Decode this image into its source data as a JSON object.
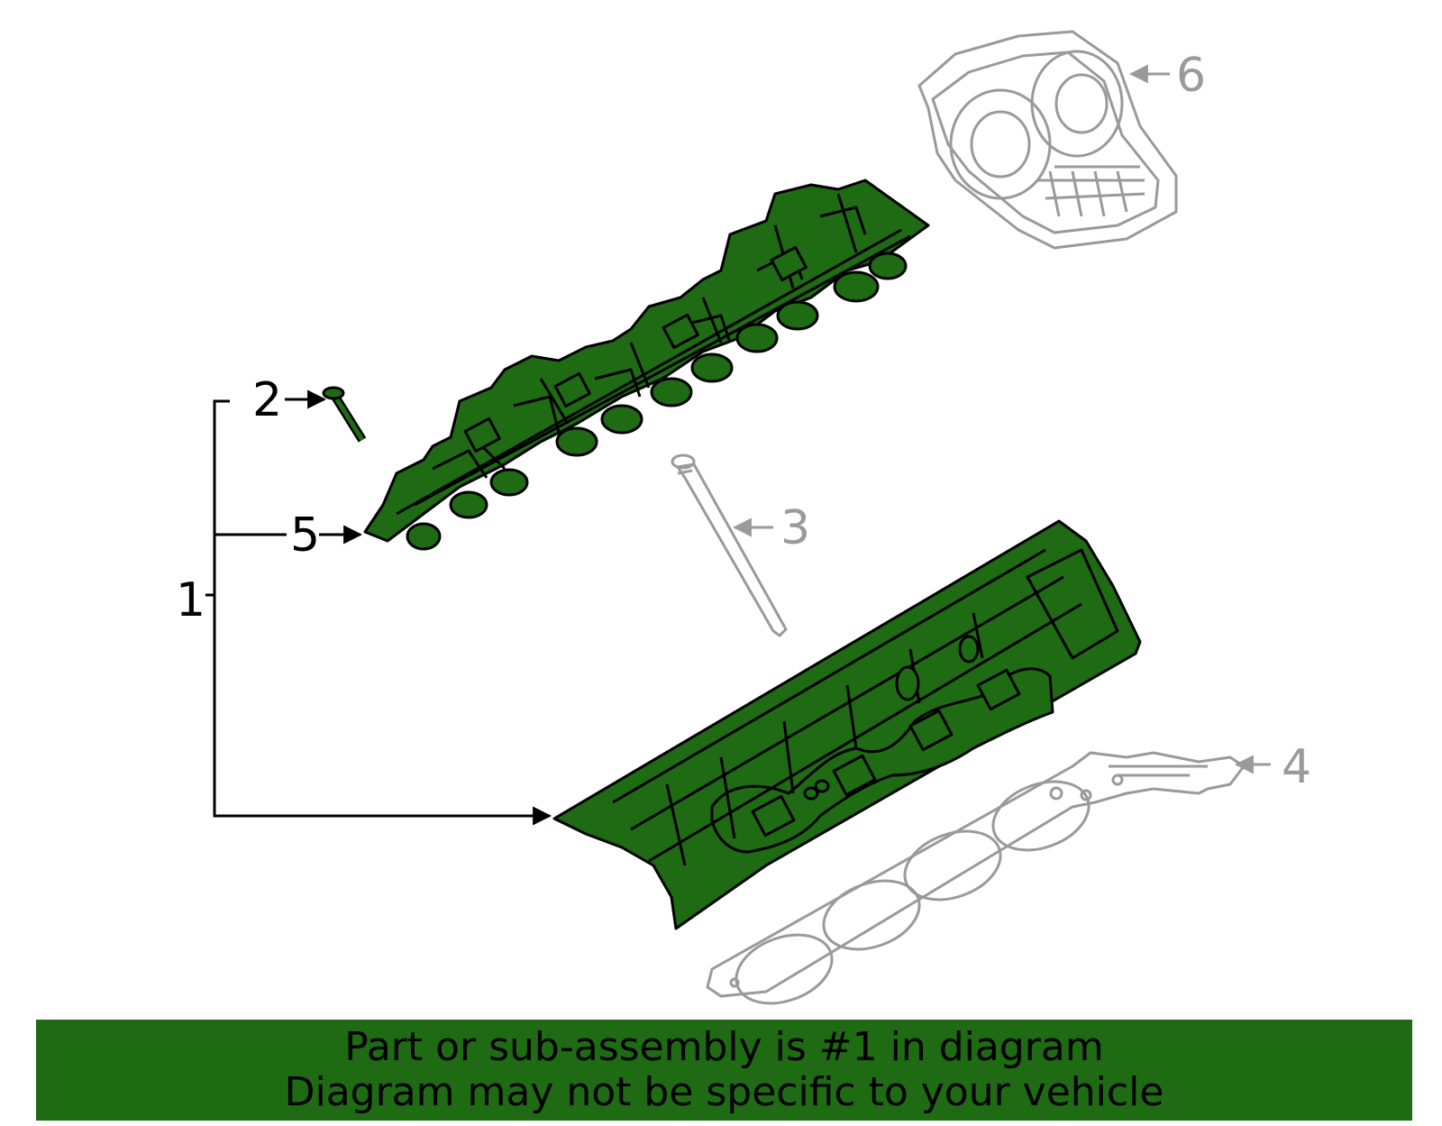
{
  "colors": {
    "highlight": "#1e6b14",
    "outline_active": "#000000",
    "outline_inactive": "#9a9a9a",
    "banner_bg": "#1e6b14"
  },
  "callouts": {
    "c1": "1",
    "c2": "2",
    "c3": "3",
    "c4": "4",
    "c5": "5",
    "c6": "6"
  },
  "banner": {
    "line1": "Part or sub-assembly is #1 in diagram",
    "line2": "Diagram may not be specific to your vehicle"
  }
}
